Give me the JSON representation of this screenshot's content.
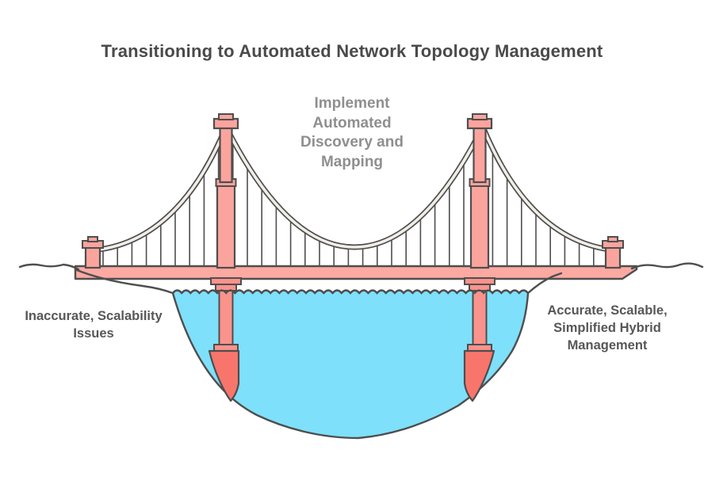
{
  "header": {
    "title": "Transitioning to Automated Network Topology Management"
  },
  "diagram": {
    "type": "suspension-bridge-transition-infographic",
    "bridge_top_label": "Implement\nAutomated\nDiscovery and\nMapping",
    "left_bank_label": "Inaccurate, Scalability\nIssues",
    "right_bank_label": "Accurate, Scalable,\nSimplified Hybrid\nManagement"
  },
  "colors": {
    "background": "#FFFFFF",
    "outline": "#4E4E4E",
    "deck_salmon": "#FCA9A2",
    "tower_salmon": "#FBA49D",
    "pier_salmon": "#FA938C",
    "footing_red": "#F8756C",
    "water_blue": "#7EE0FB",
    "cable_ivory": "#F1EEE7",
    "title_text": "#4A4A4A",
    "center_text": "#8F8F8F",
    "side_text": "#575757"
  }
}
